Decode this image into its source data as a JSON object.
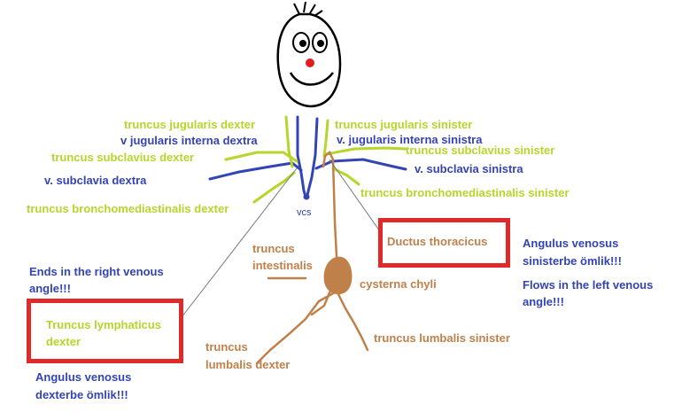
{
  "colors": {
    "lymph_green": "#b5d62a",
    "vein_blue": "#3344b5",
    "duct_brown": "#c0804a",
    "box_red": "#e02a2a"
  },
  "labels": {
    "vcs": "vcs",
    "truncus_jugularis_dexter": "truncus jugularis dexter",
    "v_jugularis_interna_dextra": "v jugularis interna dextra",
    "truncus_subclavius_dexter": "truncus subclavius dexter",
    "v_subclavia_dextra": "v. subclavia dextra",
    "truncus_bronchomediastinalis_dexter": "truncus bronchomediastinalis dexter",
    "truncus_jugularis_sinister": "truncus jugularis sinister",
    "v_jugularis_interna_sinistra": "v. jugularis interna sinistra",
    "truncus_subclavius_sinister": "truncus subclavius sinister",
    "v_subclavia_sinistra": "v. subclavia sinistra",
    "truncus_bronchomediastinalis_sinister": "truncus bronchomediastinalis sinister",
    "truncus_intestinalis_line1": "truncus",
    "truncus_intestinalis_line2": "intestinalis",
    "cysterna_chyli": "cysterna chyli",
    "truncus_lumbalis_dexter_line1": "truncus",
    "truncus_lumbalis_dexter_line2": "lumbalis dexter",
    "truncus_lumbalis_sinister": "truncus lumbalis sinister",
    "ductus_thoracicus": "Ductus thoracicus",
    "truncus_lymphaticus_line1": "Truncus lymphaticus",
    "truncus_lymphaticus_line2": "dexter"
  },
  "notes": {
    "right_top_line1": "Ends in the right venous",
    "right_top_line2": "angle!!!",
    "right_bottom_line1": "Angulus venosus",
    "right_bottom_line2": "dexterbe ömlik!!!",
    "left_top_line1": "Angulus venosus",
    "left_top_line2": "sinisterbe ömlik!!!",
    "left_bottom_line1": "Flows in the left venous",
    "left_bottom_line2": "angle!!!"
  }
}
